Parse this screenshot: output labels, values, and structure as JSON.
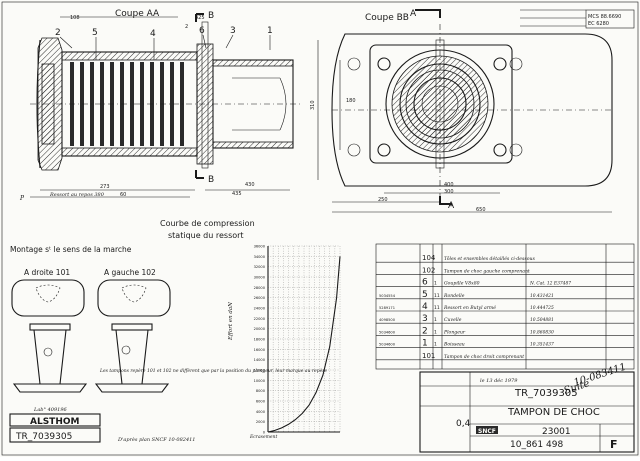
{
  "sheet": {
    "coupe_aa": "Coupe AA",
    "coupe_bb": "Coupe BB",
    "section_marks": {
      "a": "A",
      "b": "B"
    },
    "callouts": [
      "1",
      "2",
      "3",
      "4",
      "5",
      "6"
    ],
    "dims_aa": {
      "d108": "108",
      "d425": "425",
      "d2": "2",
      "d273": "273",
      "d435": "435",
      "d60": "60",
      "d430": "430",
      "repos": "Ressort au repos 380"
    },
    "dims_bb": {
      "d400": "400",
      "d300": "300",
      "d250": "250",
      "d650": "650",
      "d180": "180",
      "d310": "310"
    },
    "corner_note": [
      "MCS 88.6690",
      "EC 6280"
    ],
    "curve": {
      "title": "Courbe de compression",
      "subtitle": "statique du ressort",
      "ylabel": "Effort en daN",
      "xlabel": "Ecrasement"
    },
    "montage": {
      "title": "Montage sᵗ le sens de la marche",
      "left_label": "A droite 101",
      "right_label": "A gauche 102",
      "note": "Les tampons repère 101 et 102 ne diffèrent que par la position du plongeur, leur marque au repère"
    },
    "alsthom": {
      "logo": "ALSTHOM",
      "ref": "TR_7039305",
      "label_top": "Lab° 409196"
    },
    "footer_note": "D'après plan SNCF 10-082411",
    "parts": [
      {
        "num": "104",
        "qty": "",
        "name": "Tôles et ensembles détaillés ci-dessous",
        "ref": "",
        "mark": ""
      },
      {
        "num": "102",
        "qty": "",
        "name": "Tampon de choc gauche comprenant",
        "ref": "",
        "mark": ""
      },
      {
        "num": "6",
        "qty": "1",
        "name": "Goupille V8x80",
        "ref": "N. Cat. 12 E37487",
        "mark": ""
      },
      {
        "num": "5",
        "qty": "11",
        "name": "Rondelle",
        "ref": "10.431421",
        "mark": ""
      },
      {
        "num": "4",
        "qty": "11",
        "name": "Ressort en Butyl armé",
        "ref": "10.444725",
        "mark": ""
      },
      {
        "num": "3",
        "qty": "1",
        "name": "Cuvelle",
        "ref": "10.504881",
        "mark": ""
      },
      {
        "num": "2",
        "qty": "1",
        "name": "Plongeur",
        "ref": "10.860830",
        "mark": ""
      },
      {
        "num": "1",
        "qty": "1",
        "name": "Boisseau",
        "ref": "10.351437",
        "mark": ""
      },
      {
        "num": "101",
        "qty": "",
        "name": "Tampon de choc droit comprenant",
        "ref": "",
        "mark": ""
      }
    ],
    "parts_side_codes": [
      "5034554",
      "5289171",
      "4098500",
      "5034600",
      "5034600"
    ],
    "title_block": {
      "drawing_no": "TR_7039305",
      "title": "TAMPON DE CHOC",
      "suite": "Suite",
      "suite_ref": "10-083411",
      "sncf": "SNCF",
      "class": "23001",
      "plan_no": "10_861 498",
      "format_letter": "F",
      "scale": "0,4",
      "date": "le 13 déc 1979"
    }
  },
  "chart_data": {
    "type": "line",
    "title": "Courbe de compression statique du ressort",
    "xlabel": "Ecrasement",
    "ylabel": "Effort en daN",
    "yticks": [
      0,
      2000,
      4000,
      6000,
      8000,
      10000,
      12000,
      14000,
      16000,
      18000,
      20000,
      22000,
      24000,
      26000,
      28000,
      30000,
      32000,
      34000,
      36000
    ],
    "ylim": [
      0,
      36000
    ],
    "xlim": [
      0,
      105
    ],
    "grid": true,
    "series": [
      {
        "x": [
          0,
          10,
          20,
          30,
          40,
          50,
          60,
          70,
          80,
          90,
          100,
          105
        ],
        "y": [
          0,
          300,
          800,
          1500,
          2400,
          3600,
          5200,
          7600,
          11000,
          16500,
          26000,
          34000
        ]
      }
    ]
  }
}
